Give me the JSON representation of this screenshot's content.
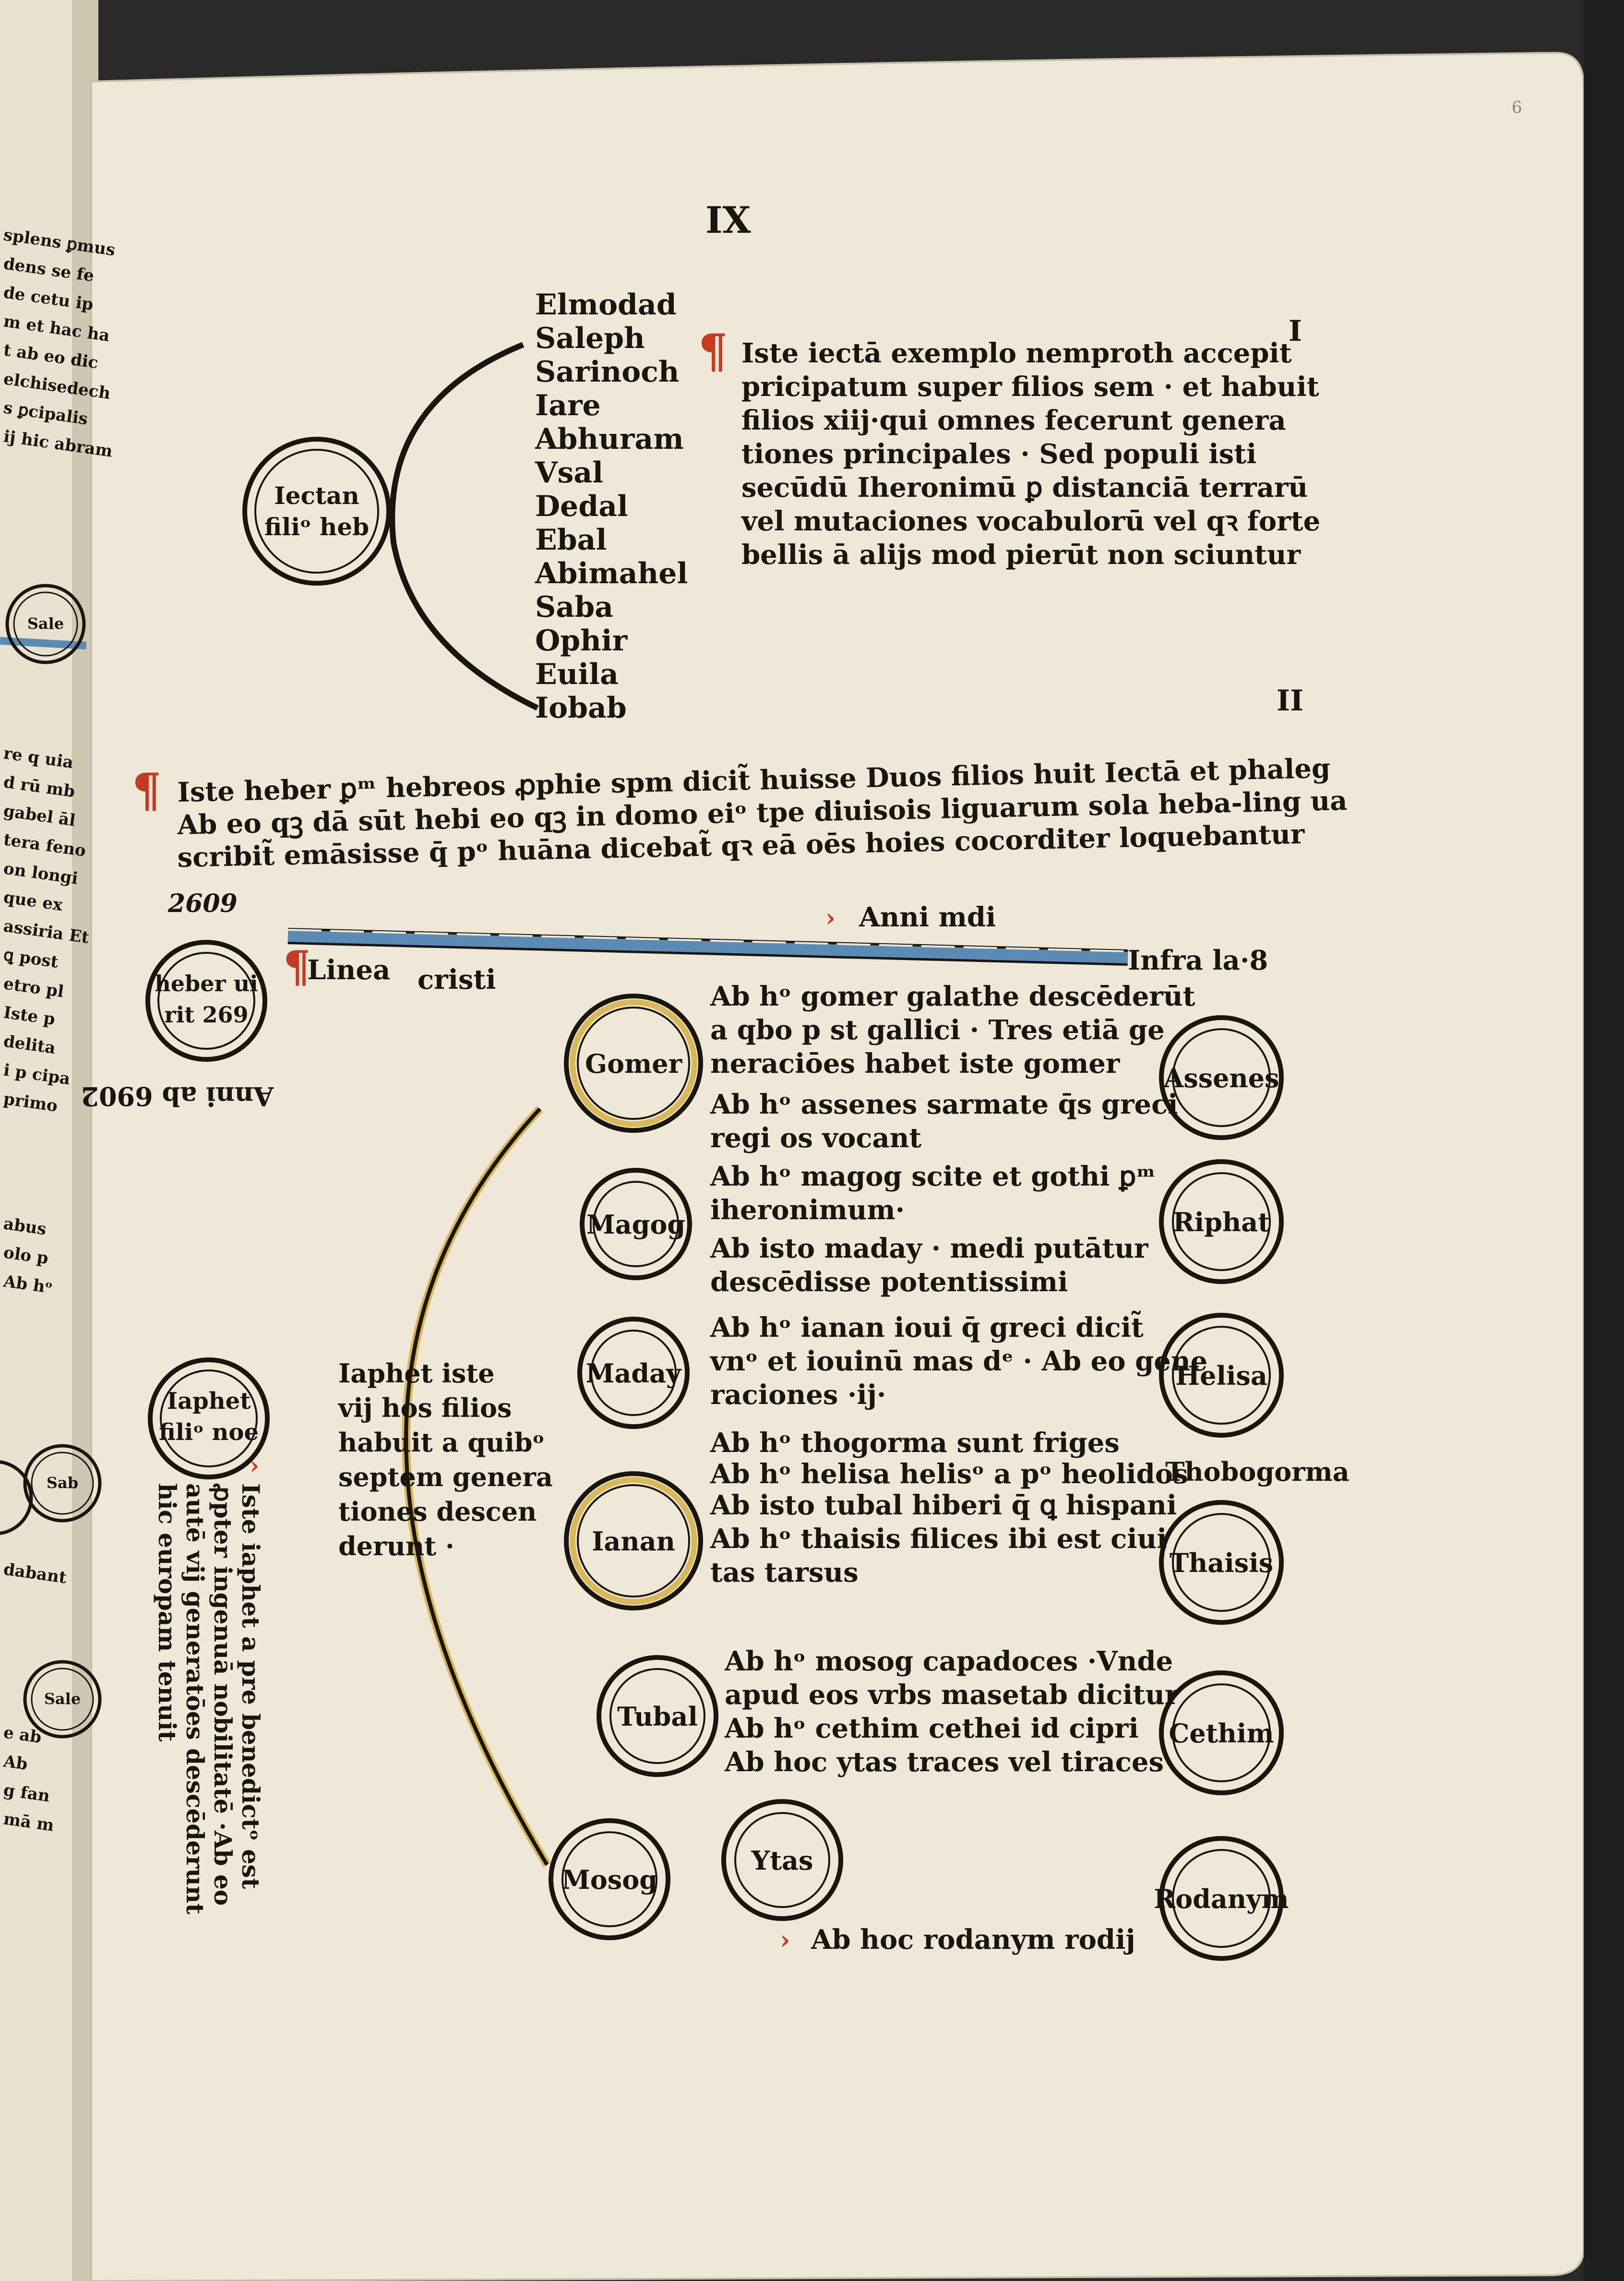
{
  "page": {
    "folio_number": "6",
    "chapter_heading": "IX",
    "section_marker_1": "I",
    "section_marker_2": "II"
  },
  "colors": {
    "paper": "#efe8d8",
    "ink": "#1b1510",
    "rubric_red": "#c63a24",
    "line_blue": "#5b8bb5",
    "ring_yellow": "#d9b85a"
  },
  "iectan": {
    "medallion": [
      "Iectan",
      "filiᵒ heb"
    ],
    "sons": [
      "Elmodad",
      "Saleph",
      "Sarinoch",
      "Iare",
      "Abhuram",
      "Vsal",
      "Dedal",
      "Ebal",
      "Abimahel",
      "Saba",
      "Ophir",
      "Euila",
      "Iobab"
    ],
    "note": [
      "Iste iectā exemplo nemproth accepit",
      "pricipatum super filios sem · et habuit",
      "filios xiij·qui omnes fecerunt genera",
      "tiones principales · Sed populi isti",
      "secūdū Iheronimū ꝑ distanciā terrarū",
      "vel mutaciones vocabulorū vel qꝛ forte",
      "bellis ā alijs mod pierūt non sciuntur"
    ]
  },
  "heber_note": [
    "Iste heber ꝑᵐ hebreos ꝓphie spm dicit̃ huisse Duos filios huit Iectā et phaleg",
    "Ab eo qꝫ dā sūt hebi eo qꝫ in domo eiᵒ tpe diuisois liguarum sola heba-ling ua",
    "scribit̃ emāsisse q̄ pᵒ huāna dicebat̃ qꝛ eā oēs hoies cocorditer loquebantur"
  ],
  "timeline": {
    "year_left": "2609",
    "anni_mundi": "Anni mdi",
    "linea_label": "Linea",
    "cristi_label": "cristi",
    "infra_label": "Infra la·8",
    "heber_medallion": [
      "heber ui",
      "rit 269"
    ],
    "inverted_note": "Anni ab 6902"
  },
  "japhet": {
    "medallion": [
      "Iaphet",
      "filiᵒ noe"
    ],
    "arc_note": [
      "Iaphet iste",
      "vij hos filios",
      "habuit a quibᵒ",
      "septem genera",
      "tiones descen",
      "derunt ·"
    ],
    "vertical_note": [
      "Iste iaphet a pre benedictᵒ est",
      "ꝓpter ingenuā nobilitatē ·Ab eo",
      "autē vij generatōes descēderunt",
      "hic europam tenuit"
    ],
    "sons": [
      "Gomer",
      "Magog",
      "Maday",
      "Ianan",
      "Tubal",
      "Mosog",
      "Ytas"
    ],
    "grandsons": [
      "Assenes",
      "Riphat",
      "Helisa",
      "Thobogorma",
      "Thaisis",
      "Cethim",
      "Rodanym"
    ],
    "notes": [
      "Ab hᵒ gomer galathe descēderūt",
      "a qbo p st gallici · Tres etiā ge",
      "neraciōes habet iste gomer",
      "Ab hᵒ assenes sarmate q̄s greci",
      "regi os vocant",
      "Ab hᵒ magog scite et gothi ꝑᵐ",
      "iheronimum·",
      "Ab isto maday · medi putātur",
      "descēdisse potentissimi",
      "Ab hᵒ ianan ioui q̄ greci dicit̃",
      "vnᵒ et iouinū mas dᵉ · Ab eo gene",
      "raciones ·ij·",
      "Ab hᵒ thogorma sunt friges",
      "Ab hᵒ helisa helisᵒ a pᵒ heolidos",
      "Ab isto tubal hiberi q̄ ꝗ hispani",
      "Ab hᵒ thaisis filices ibi est ciui",
      "tas tarsus",
      "Ab hᵒ mosog capadoces ·Vnde",
      "apud eos vrbs masetab dicitur",
      "Ab hᵒ cethim cethei id cipri",
      "Ab hoc ytas traces vel tiraces",
      "Ab hoc rodanym rodij"
    ]
  },
  "facing_page": {
    "fragments": [
      "splens ꝑmus",
      "dens se fe",
      "de cetu ip",
      "m et hac ha",
      "t ab eo dic",
      "elchisedech",
      "s ꝑcipalis",
      "ij hic abram",
      "re q uia",
      "d rū mb",
      "gabel āl",
      "tera feno",
      "on longi",
      "que ex",
      "assiria Et",
      "ꝗ post",
      "etro pl",
      "Iste p",
      "delita",
      "i p cipa",
      "primo",
      "abus",
      "olo p",
      "Ab hᵒ",
      "dabant",
      "e ab",
      "Ab",
      "g fan",
      "mā m"
    ],
    "medallions": [
      "Sale",
      "Sab",
      "Sale"
    ]
  }
}
